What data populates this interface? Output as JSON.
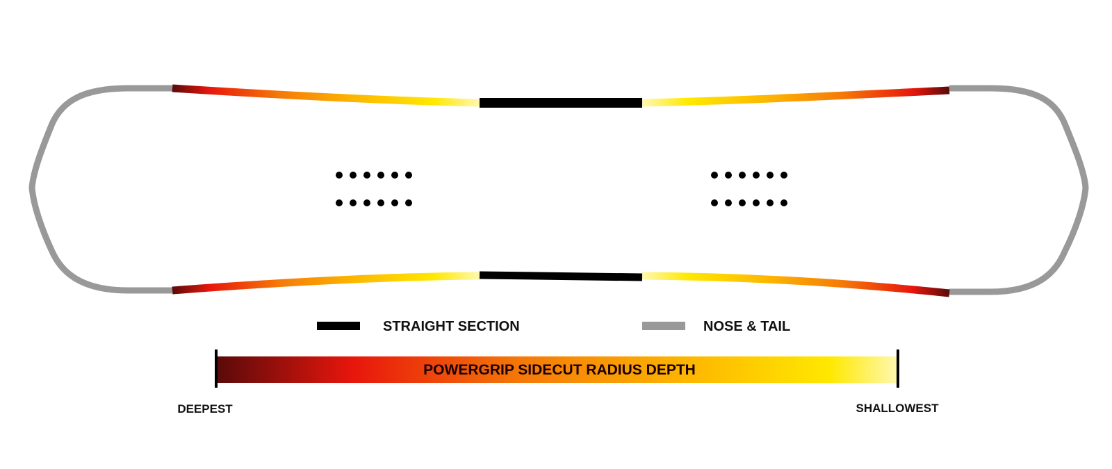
{
  "legend": {
    "straight_label": "STRAIGHT SECTION",
    "nose_tail_label": "NOSE & TAIL"
  },
  "scale": {
    "title": "POWERGRIP SIDECUT RADIUS DEPTH",
    "left_label": "DEEPEST",
    "right_label": "SHALLOWEST"
  },
  "colors": {
    "straight": "#000000",
    "nose_tail": "#999999",
    "deepest": "#5a0a0a",
    "mid_deep": "#e8160c",
    "mid": "#f57a08",
    "mid_shallow": "#fdb800",
    "shallow": "#ffe800",
    "shallowest": "#fff8b0"
  },
  "binding_inserts": {
    "rows_per_group": 2,
    "holes_per_row": 6,
    "groups": 2
  }
}
